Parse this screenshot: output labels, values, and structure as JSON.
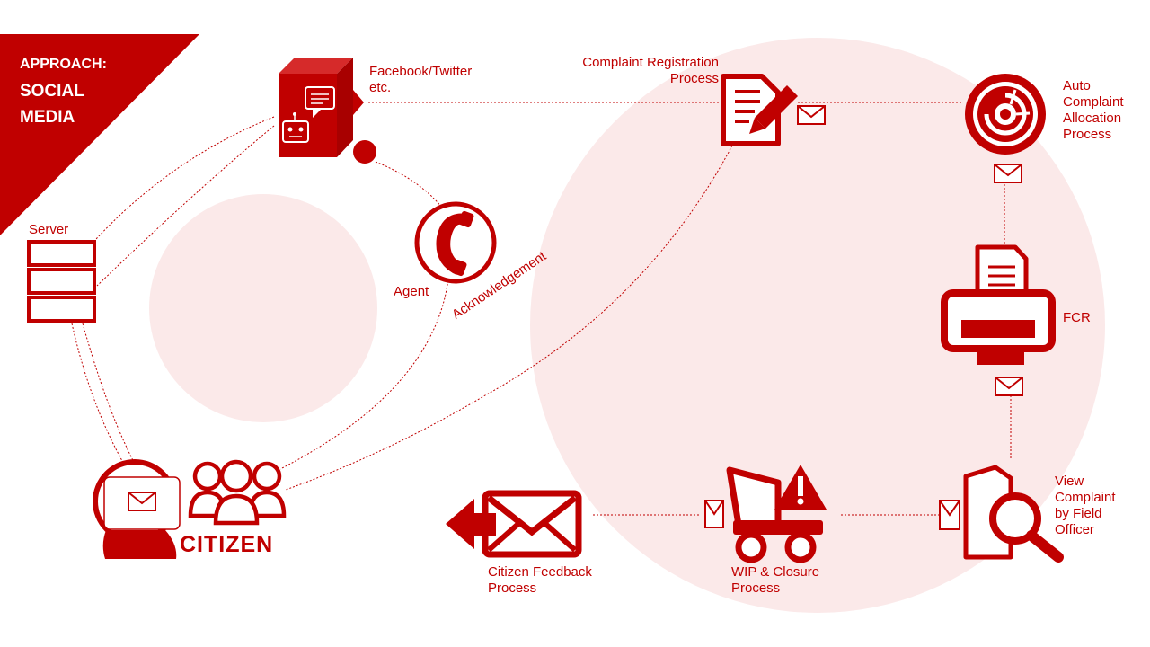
{
  "banner": {
    "line1": "APPROACH:",
    "line2": "SOCIAL",
    "line3": "MEDIA"
  },
  "labels": {
    "social": [
      "Facebook/Twitter",
      "etc."
    ],
    "registration": [
      "Complaint Registration",
      "Process"
    ],
    "allocation": [
      "Auto",
      "Complaint",
      "Allocation",
      "Process"
    ],
    "server": "Server",
    "agent": "Agent",
    "fcr": "FCR",
    "view": [
      "View",
      "Complaint",
      "by Field",
      "Officer"
    ],
    "wip": [
      "WIP & Closure",
      "Process"
    ],
    "feedback": [
      "Citizen Feedback",
      "Process"
    ],
    "acknowledgement": "Acknowledgement",
    "citizen": "CITIZEN"
  },
  "colors": {
    "accent": "#c00000",
    "bubble": "#fbe9e9",
    "white": "#ffffff"
  },
  "icons": [
    "social-server-box-icon",
    "chat-bubble-icon",
    "robot-icon",
    "document-edit-icon",
    "allocation-target-icon",
    "server-stack-icon",
    "phone-icon",
    "printer-icon",
    "document-search-icon",
    "dump-truck-warning-icon",
    "envelope-arrow-icon",
    "envelope-icon",
    "citizen-group-icon",
    "mail-globe-icon"
  ]
}
